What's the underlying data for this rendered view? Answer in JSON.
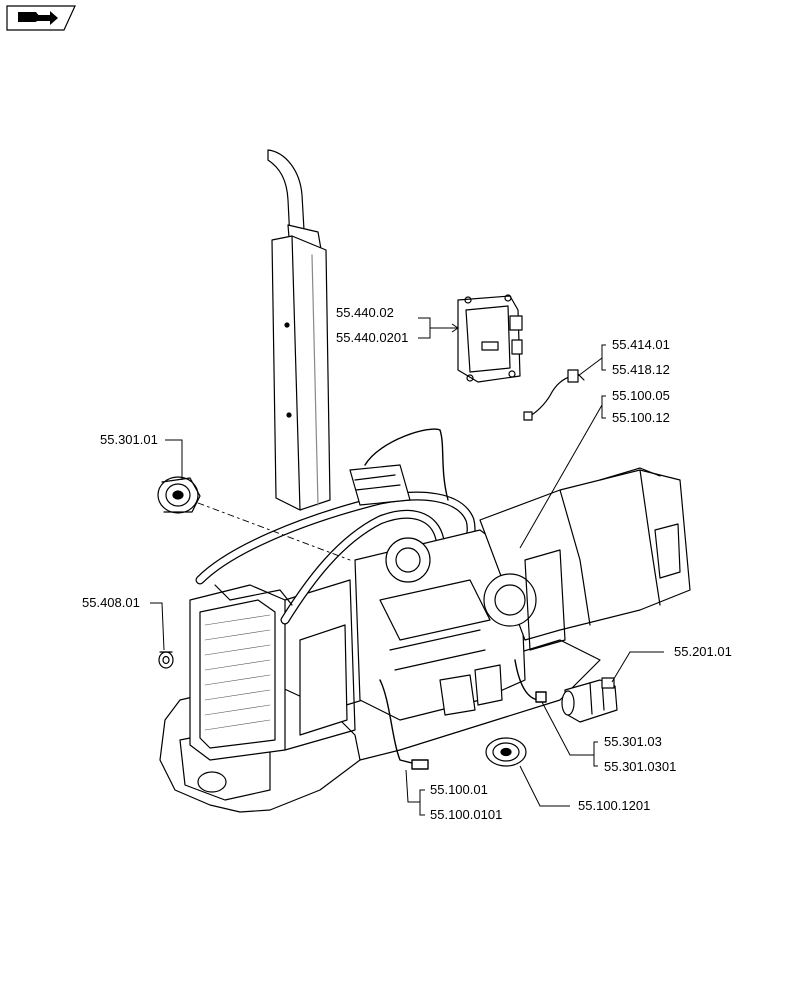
{
  "nav_icon": "turn-page-arrow-icon",
  "colors": {
    "ink": "#000000",
    "paper": "#ffffff",
    "shade": "#d9d9d9"
  },
  "callouts": {
    "c_55_440_02": "55.440.02",
    "c_55_440_0201": "55.440.0201",
    "c_55_414_01": "55.414.01",
    "c_55_418_12": "55.418.12",
    "c_55_100_05": "55.100.05",
    "c_55_100_12": "55.100.12",
    "c_55_301_01": "55.301.01",
    "c_55_408_01": "55.408.01",
    "c_55_201_01": "55.201.01",
    "c_55_301_03": "55.301.03",
    "c_55_301_0301": "55.301.0301",
    "c_55_100_01": "55.100.01",
    "c_55_100_0101": "55.100.0101",
    "c_55_100_1201": "55.100.1201"
  }
}
